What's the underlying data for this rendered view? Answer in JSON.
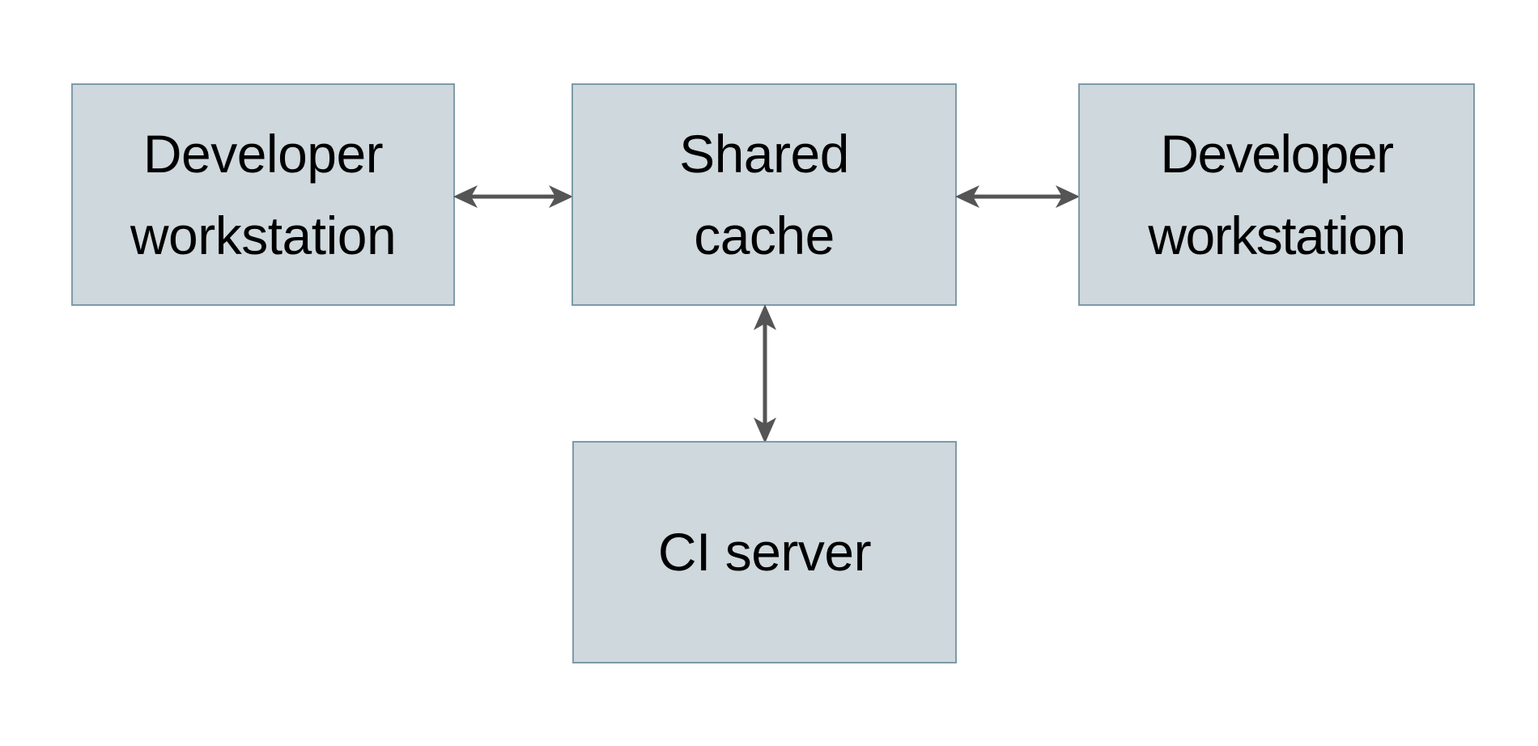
{
  "diagram": {
    "type": "block-diagram",
    "background_color": "#FFFFFF",
    "node_fill_color": "#CFD8DC",
    "node_border_color": "#7E9AAA",
    "connector_color": "#555555",
    "text_color": "#000000",
    "nodes": [
      {
        "id": "dev-left",
        "label": "Developer\nworkstation"
      },
      {
        "id": "shared",
        "label": "Shared\ncache"
      },
      {
        "id": "dev-right",
        "label": "Developer\nworkstation"
      },
      {
        "id": "ci",
        "label": "CI server"
      }
    ],
    "edges": [
      {
        "id": "left-shared",
        "from": "dev-left",
        "to": "shared",
        "direction": "bidirectional",
        "orientation": "horizontal"
      },
      {
        "id": "shared-right",
        "from": "shared",
        "to": "dev-right",
        "direction": "bidirectional",
        "orientation": "horizontal"
      },
      {
        "id": "shared-ci",
        "from": "shared",
        "to": "ci",
        "direction": "bidirectional",
        "orientation": "vertical"
      }
    ]
  }
}
